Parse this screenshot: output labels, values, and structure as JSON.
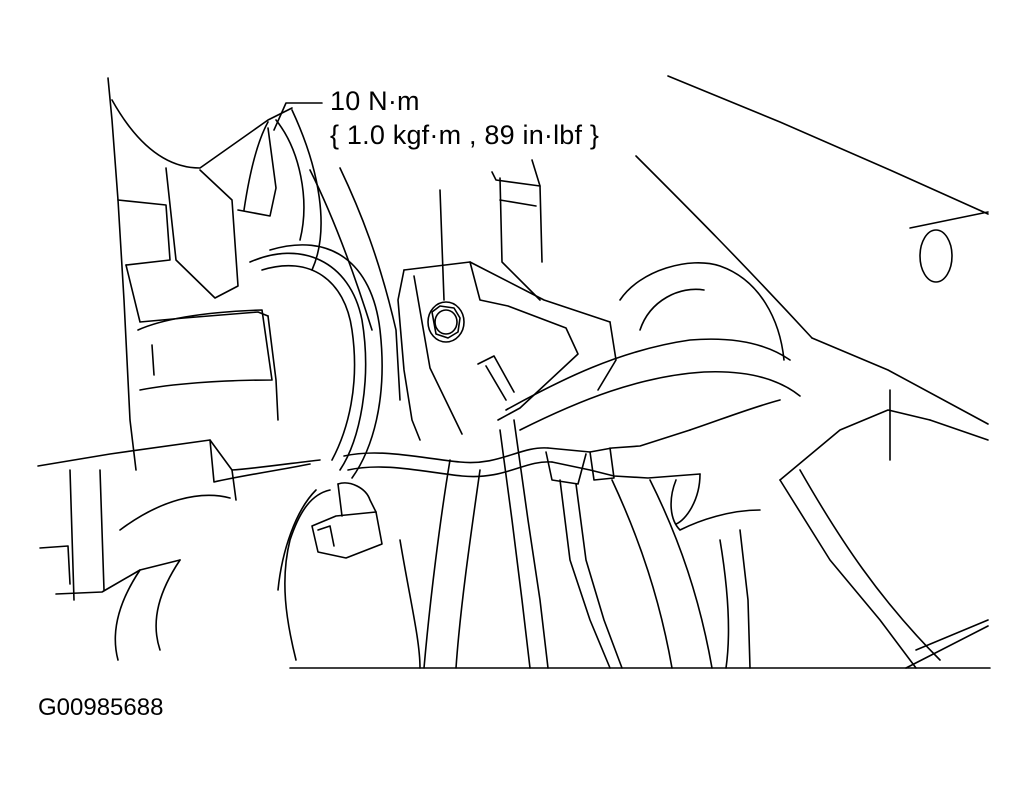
{
  "callout": {
    "line1": "10 N·m",
    "line2": "{ 1.0 kgf·m , 89 in·lbf }"
  },
  "figure_id": "G00985688",
  "colors": {
    "ink": "#000000",
    "paper": "#ffffff"
  }
}
